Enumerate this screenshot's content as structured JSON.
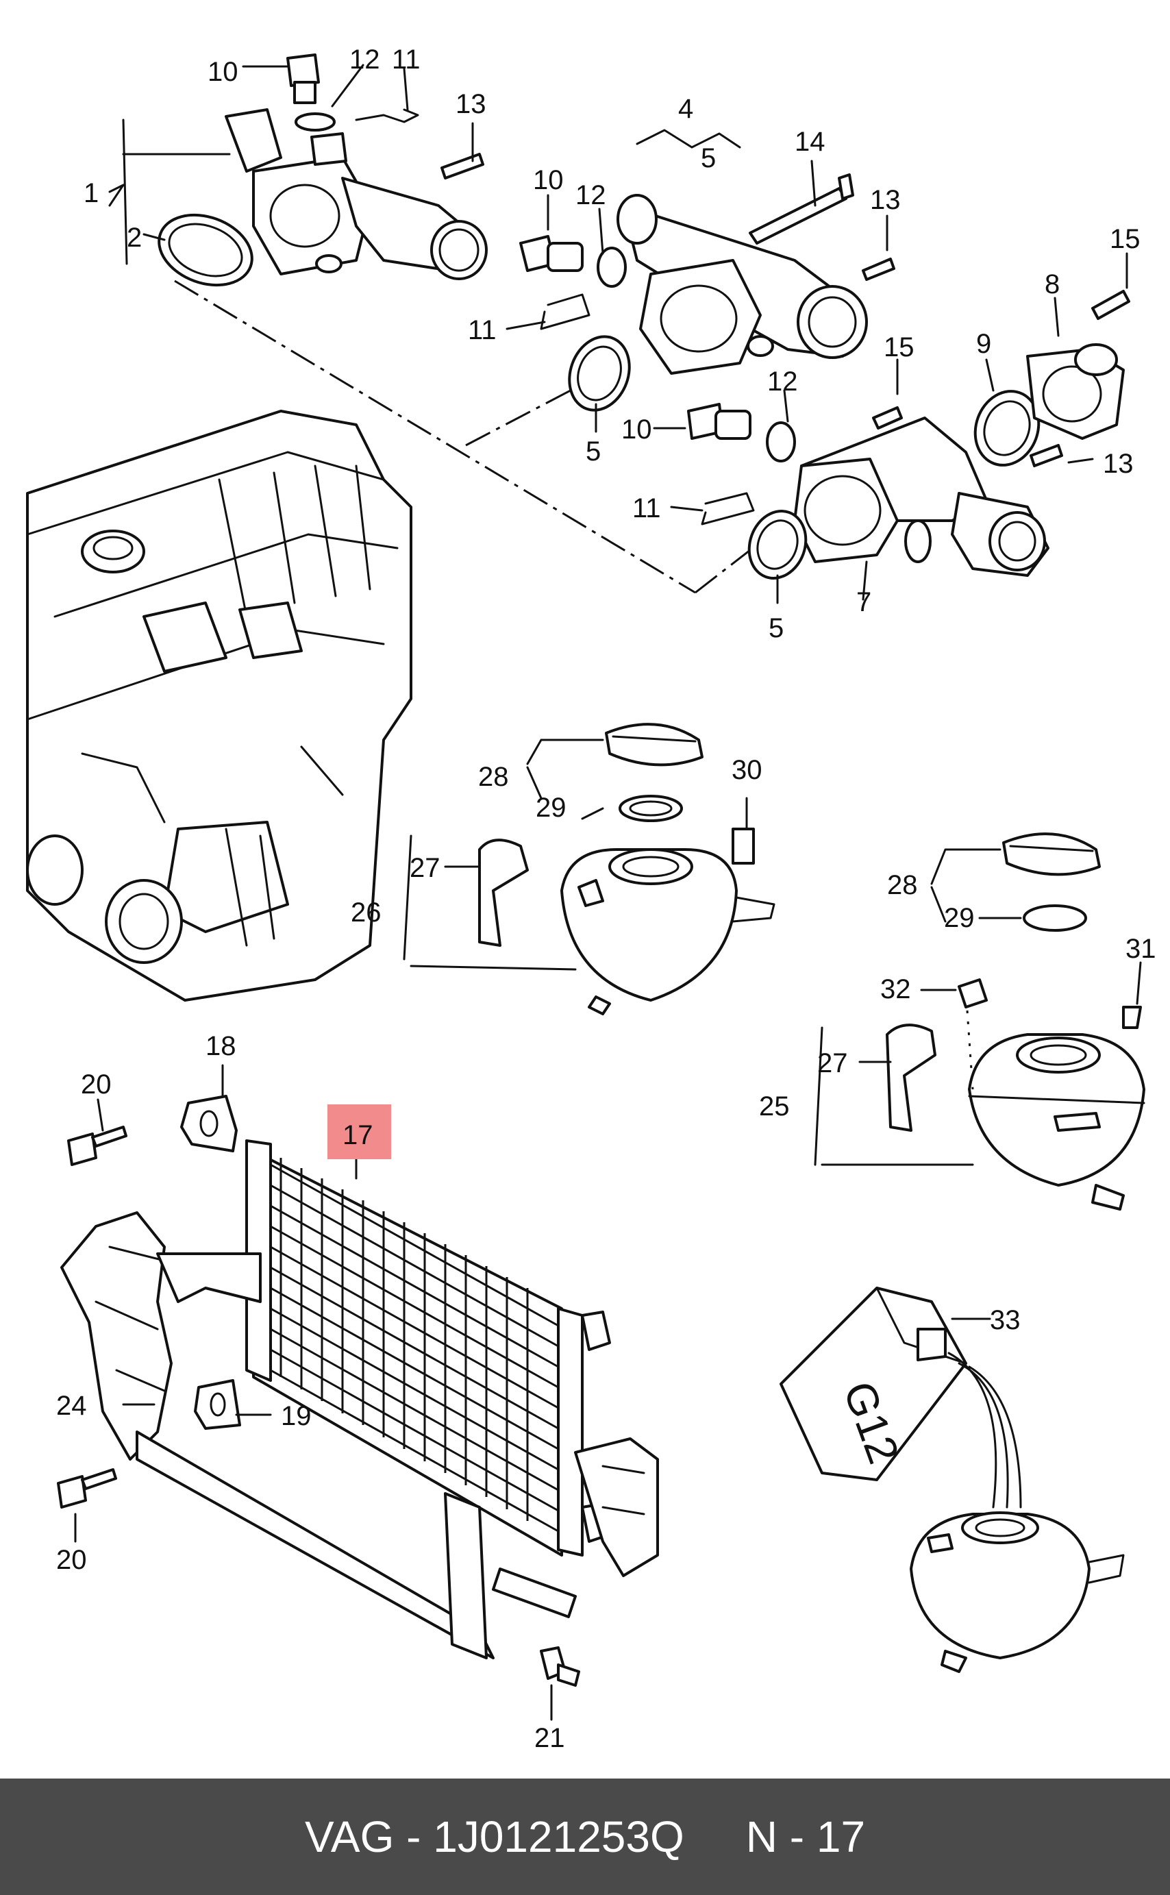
{
  "diagram": {
    "callouts": {
      "c1": "1",
      "c2": "2",
      "c4": "4",
      "c5_top": "5",
      "c5_mid": "5",
      "c5_low": "5",
      "c7": "7",
      "c8": "8",
      "c9": "9",
      "c10_top": "10",
      "c10_mid": "10",
      "c10_low": "10",
      "c11_top": "11",
      "c11_mid": "11",
      "c11_low": "11",
      "c12_top": "12",
      "c12_mid": "12",
      "c12_low": "12",
      "c13_top": "13",
      "c13_mid": "13",
      "c13_low": "13",
      "c14": "14",
      "c15_top": "15",
      "c15_low": "15",
      "c17": "17",
      "c18": "18",
      "c19": "19",
      "c20_top": "20",
      "c20_low": "20",
      "c21": "21",
      "c24": "24",
      "c25": "25",
      "c26": "26",
      "c27_left": "27",
      "c27_right": "27",
      "c28_left": "28",
      "c28_right": "28",
      "c29_left": "29",
      "c29_right": "29",
      "c30": "30",
      "c31": "31",
      "c32": "32",
      "c33": "33"
    },
    "coolant_label": "G12",
    "highlight_color": "#f28b8b"
  },
  "footer": {
    "brand_part": "VAG - 1J0121253Q",
    "position": "N - 17"
  }
}
